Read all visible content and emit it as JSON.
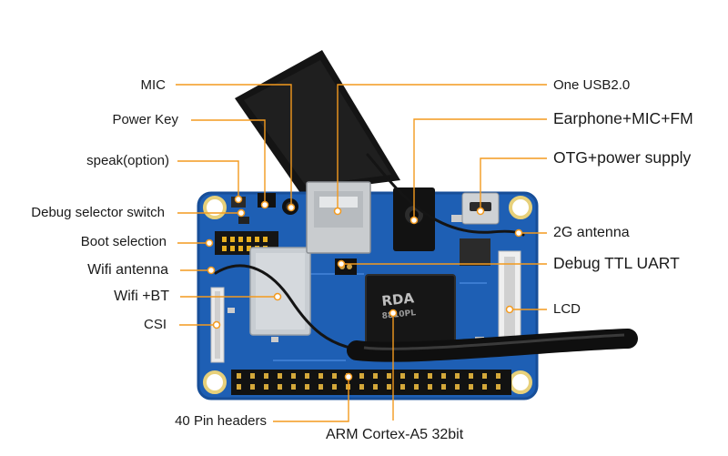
{
  "labels": {
    "mic": "MIC",
    "power_key": "Power Key",
    "speak": "speak(option)",
    "debug_selector": "Debug selector switch",
    "boot_selection": "Boot selection",
    "wifi_antenna": "Wifi antenna",
    "wifi_bt": "Wifi +BT",
    "csi": "CSI",
    "pin_headers": "40 Pin headers",
    "usb": "One USB2.0",
    "earphone": "Earphone+MIC+FM",
    "otg": "OTG+power supply",
    "antenna_2g": "2G antenna",
    "debug_uart": "Debug TTL UART",
    "lcd": "LCD",
    "arm": "ARM Cortex-A5 32bit"
  },
  "chip_markings": {
    "brand": "RDA",
    "model": "8810PL"
  },
  "colors": {
    "leader_line": "#F39A1E",
    "board": "#1E5FB4",
    "board_edge": "#174E98",
    "text": "#1a1a1a"
  }
}
